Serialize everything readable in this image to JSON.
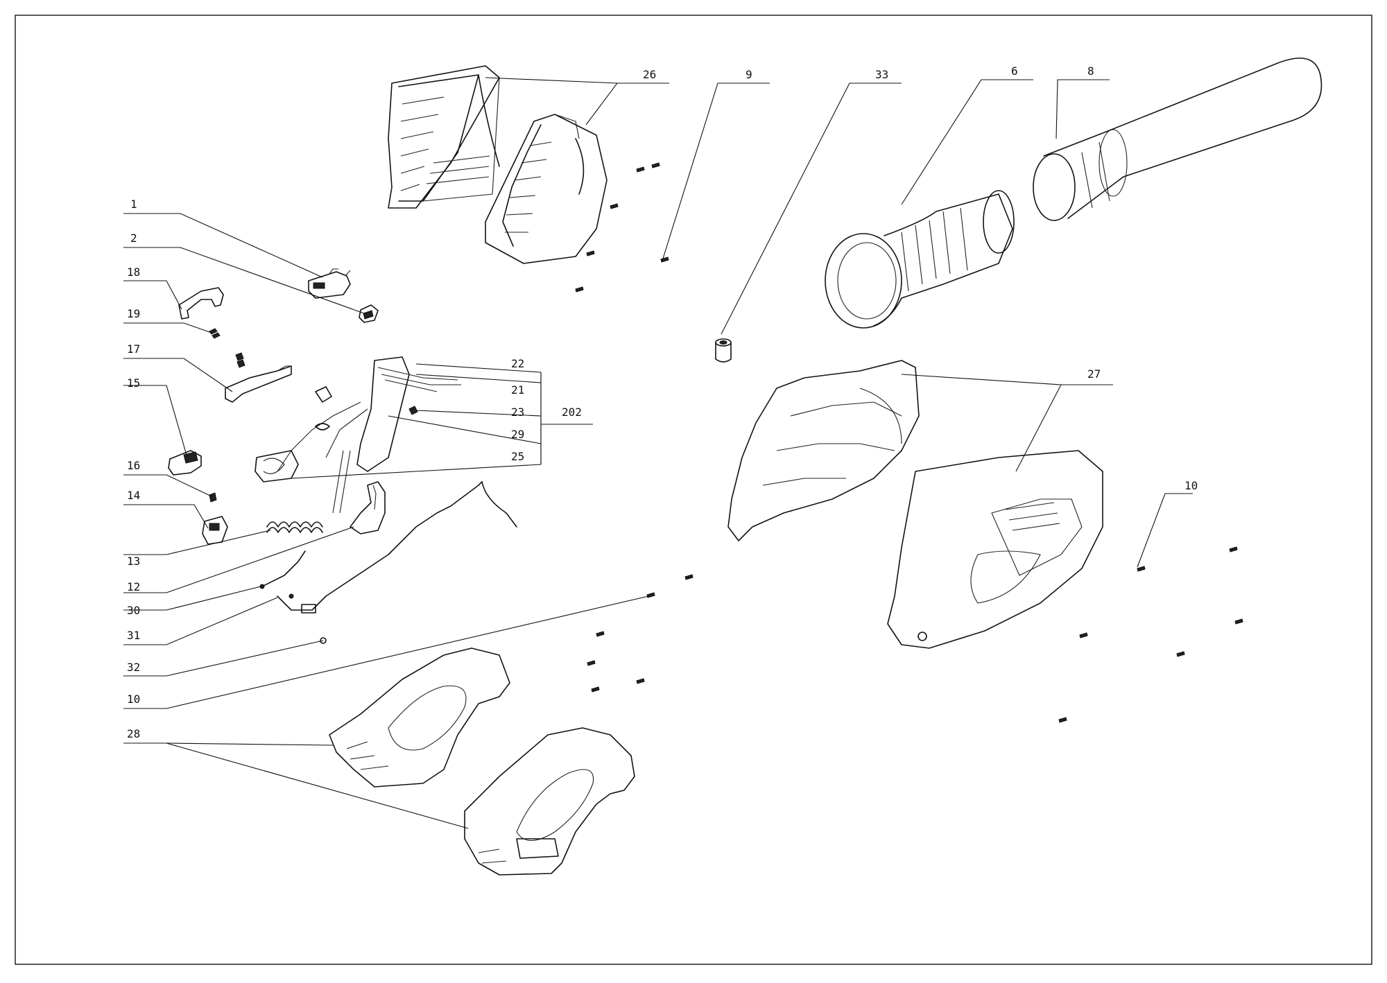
{
  "drawing": {
    "type": "exploded-parts-view",
    "frame_color": "#111111",
    "background": "#ffffff"
  },
  "callouts": [
    {
      "id": "c26",
      "label": "26"
    },
    {
      "id": "c9",
      "label": "9"
    },
    {
      "id": "c33",
      "label": "33"
    },
    {
      "id": "c6",
      "label": "6"
    },
    {
      "id": "c8",
      "label": "8"
    },
    {
      "id": "c1",
      "label": "1"
    },
    {
      "id": "c2",
      "label": "2"
    },
    {
      "id": "c18",
      "label": "18"
    },
    {
      "id": "c19",
      "label": "19"
    },
    {
      "id": "c17",
      "label": "17"
    },
    {
      "id": "c15",
      "label": "15"
    },
    {
      "id": "c16",
      "label": "16"
    },
    {
      "id": "c14",
      "label": "14"
    },
    {
      "id": "c13",
      "label": "13"
    },
    {
      "id": "c12",
      "label": "12"
    },
    {
      "id": "c30",
      "label": "30"
    },
    {
      "id": "c31",
      "label": "31"
    },
    {
      "id": "c32",
      "label": "32"
    },
    {
      "id": "c10a",
      "label": "10"
    },
    {
      "id": "c28",
      "label": "28"
    },
    {
      "id": "c22",
      "label": "22"
    },
    {
      "id": "c21",
      "label": "21"
    },
    {
      "id": "c23",
      "label": "23"
    },
    {
      "id": "c29",
      "label": "29"
    },
    {
      "id": "c25",
      "label": "25"
    },
    {
      "id": "c202",
      "label": "202"
    },
    {
      "id": "c27",
      "label": "27"
    },
    {
      "id": "c10b",
      "label": "10"
    }
  ],
  "parts": [
    {
      "name": "fan-housing-halves",
      "ref": "26"
    },
    {
      "name": "screw",
      "ref": "9"
    },
    {
      "name": "bushing",
      "ref": "33"
    },
    {
      "name": "inner-tube",
      "ref": "6"
    },
    {
      "name": "blower-tube",
      "ref": "8"
    },
    {
      "name": "switch-part",
      "ref": "1"
    },
    {
      "name": "switch-cap",
      "ref": "2"
    },
    {
      "name": "lever",
      "ref": "18"
    },
    {
      "name": "small-spring",
      "ref": "19"
    },
    {
      "name": "trigger-lever",
      "ref": "17"
    },
    {
      "name": "cover",
      "ref": "15"
    },
    {
      "name": "spring",
      "ref": "16"
    },
    {
      "name": "lock-button",
      "ref": "14"
    },
    {
      "name": "coil-spring",
      "ref": "13"
    },
    {
      "name": "trigger",
      "ref": "12"
    },
    {
      "name": "wire",
      "ref": "30"
    },
    {
      "name": "cable",
      "ref": "31"
    },
    {
      "name": "nut",
      "ref": "32"
    },
    {
      "name": "screws",
      "ref": "10"
    },
    {
      "name": "handle-housing-halves",
      "ref": "28"
    },
    {
      "name": "controller-assembly",
      "ref": "202"
    },
    {
      "name": "motor-housing-halves",
      "ref": "27"
    }
  ]
}
